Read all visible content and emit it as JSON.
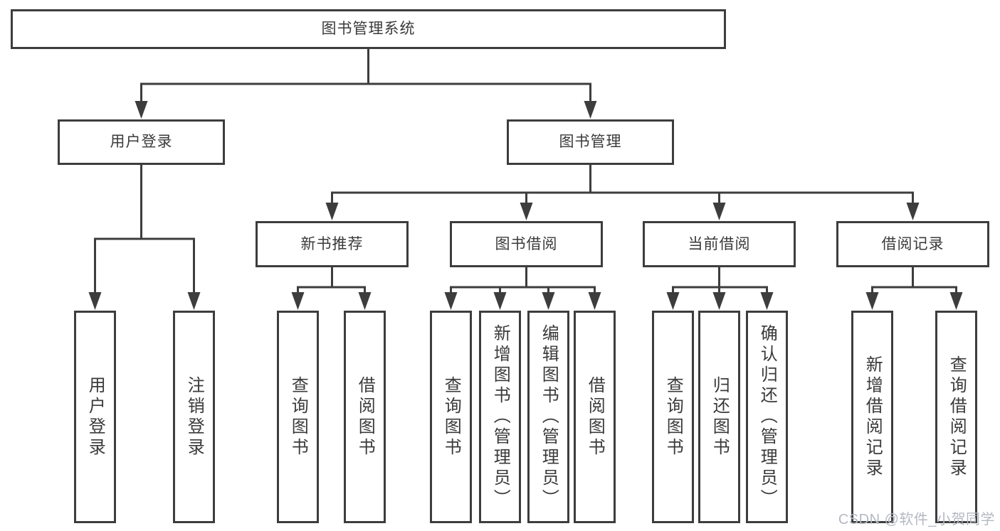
{
  "tree": {
    "root": {
      "label": "图书管理系统"
    },
    "branches": [
      {
        "label": "用户登录",
        "children": [
          {
            "label": "用户登录"
          },
          {
            "label": "注销登录"
          }
        ]
      },
      {
        "label": "图书管理",
        "children": [
          {
            "label": "新书推荐",
            "children": [
              {
                "label": "查询图书"
              },
              {
                "label": "借阅图书"
              }
            ]
          },
          {
            "label": "图书借阅",
            "children": [
              {
                "label": "查询图书"
              },
              {
                "label": "新增图书（管理员）"
              },
              {
                "label": "编辑图书（管理员）"
              },
              {
                "label": "借阅图书"
              }
            ]
          },
          {
            "label": "当前借阅",
            "children": [
              {
                "label": "查询图书"
              },
              {
                "label": "归还图书"
              },
              {
                "label": "确认归还（管理员）"
              }
            ]
          },
          {
            "label": "借阅记录",
            "children": [
              {
                "label": "新增借阅记录"
              },
              {
                "label": "查询借阅记录"
              }
            ]
          }
        ]
      }
    ]
  },
  "watermark": "CSDN @软件_小贺同学",
  "colors": {
    "line": "#3d3d3d",
    "text": "#3a3a3a",
    "box_background": "#ffffff",
    "watermark": "#b4b8c2"
  }
}
